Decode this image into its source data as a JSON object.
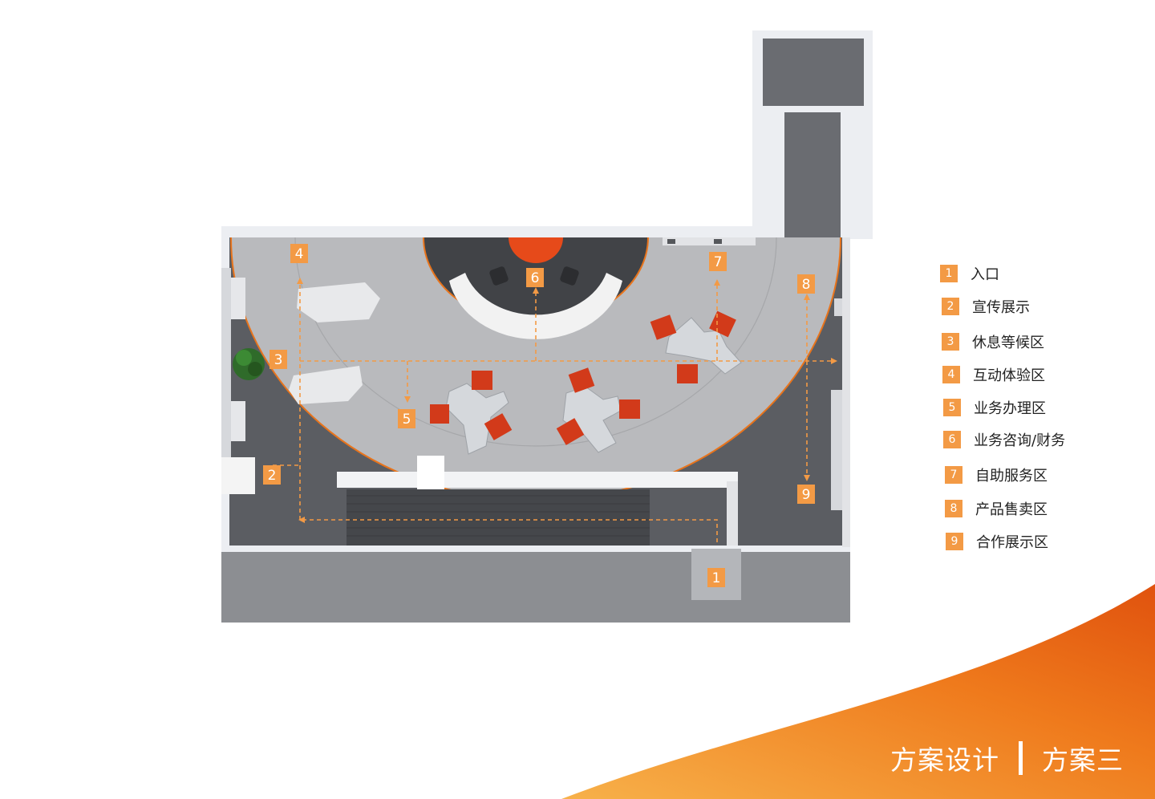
{
  "legend": [
    {
      "num": "1",
      "label": "入口"
    },
    {
      "num": "2",
      "label": "宣传展示"
    },
    {
      "num": "3",
      "label": "休息等候区"
    },
    {
      "num": "4",
      "label": "互动体验区"
    },
    {
      "num": "5",
      "label": "业务办理区"
    },
    {
      "num": "6",
      "label": "业务咨询/财务"
    },
    {
      "num": "7",
      "label": "自助服务区"
    },
    {
      "num": "8",
      "label": "产品售卖区"
    },
    {
      "num": "9",
      "label": "合作展示区"
    }
  ],
  "footer": {
    "design": "方案设计",
    "scheme": "方案三"
  },
  "colors": {
    "accent": "#e8741c",
    "marker": "#f39a45",
    "chair": "#d23a1a",
    "floor_dark": "#5b5d62",
    "floor_light": "#b9babd"
  }
}
